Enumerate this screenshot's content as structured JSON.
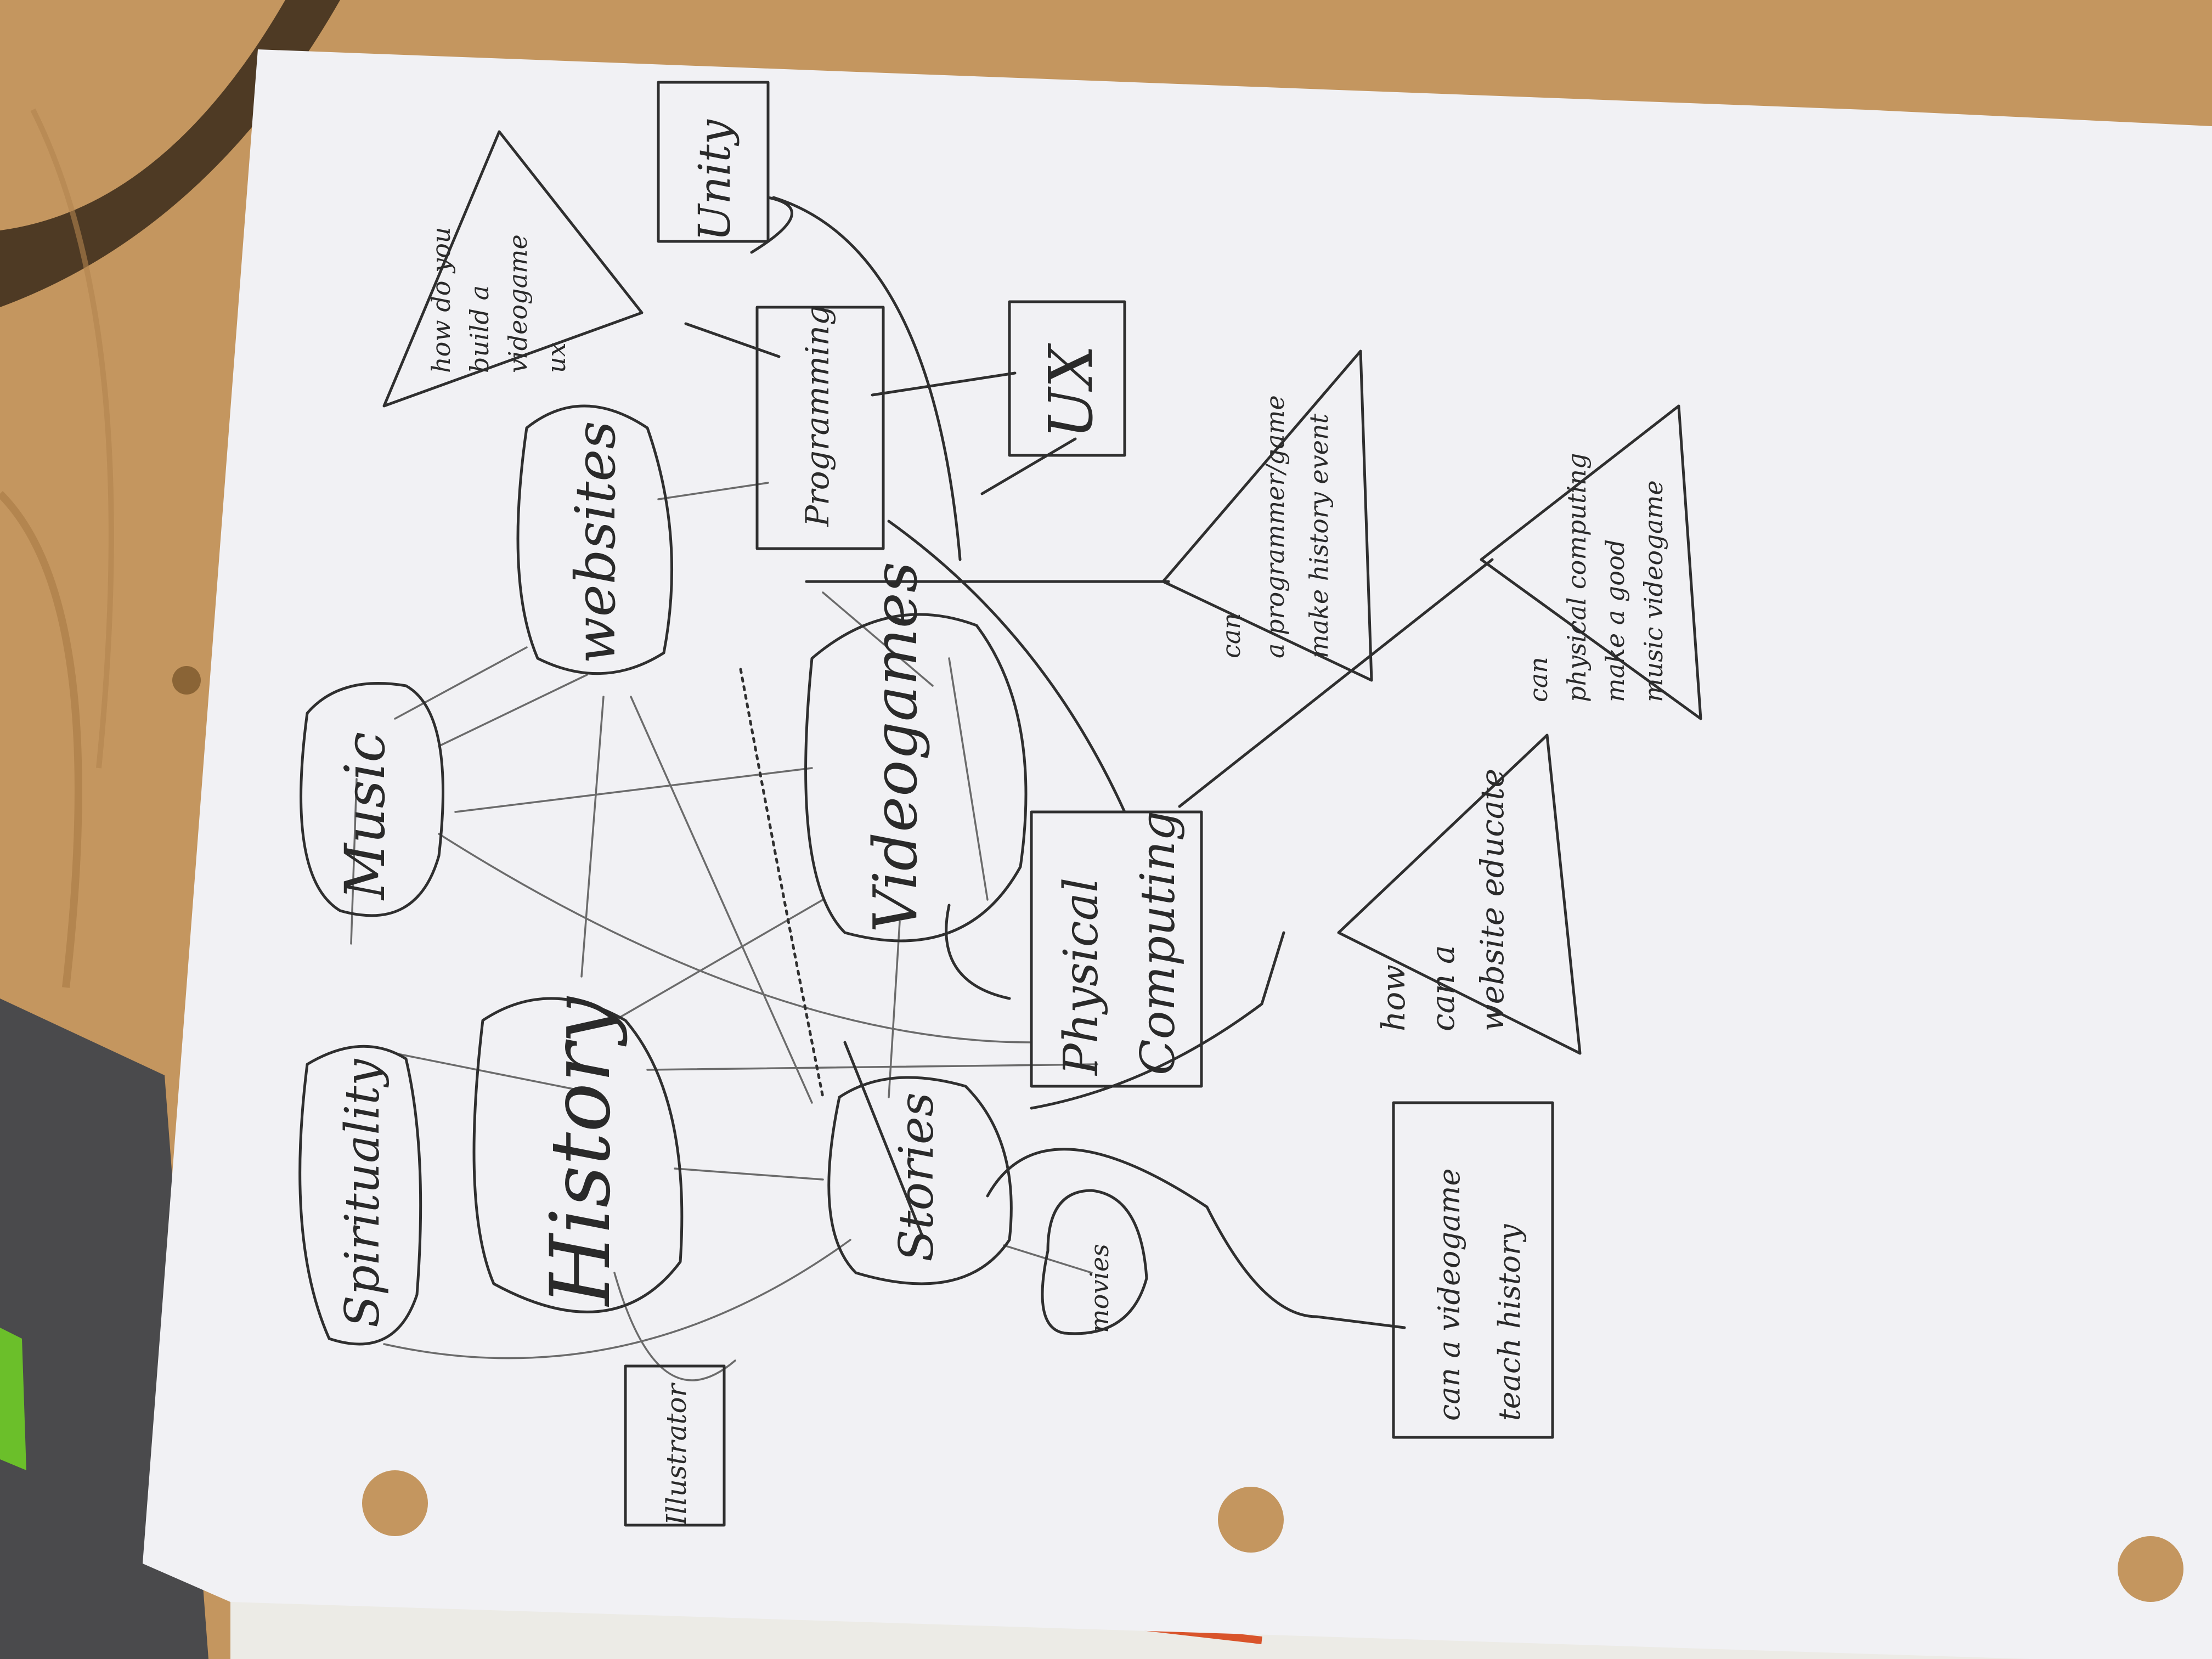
{
  "nodes": {
    "spirituality": "Spirituality",
    "history": "History",
    "music": "Music",
    "websites": "websites",
    "videogames": "Videogames",
    "stories": "Stories",
    "movies": "movies",
    "illustrator": "Illustrator",
    "physical_computing_1": "Physical",
    "physical_computing_2": "Computing",
    "programming": "Programming",
    "unity": "Unity",
    "ux": "UX"
  },
  "questions": {
    "videogame_ux": [
      "how do you",
      "build a",
      "videogame",
      "ux"
    ],
    "programmer_history": [
      "can",
      "a programmer/game",
      "make history event"
    ],
    "physical_computing_game": [
      "can",
      "physical computing",
      "make a good",
      "music videogame"
    ],
    "website_educate": [
      "how",
      "can a",
      "website educate"
    ],
    "videogame_history": [
      "can a videogame",
      "teach history"
    ]
  },
  "colors": {
    "desk": "#c4965f",
    "paper": "#f1f1f4",
    "ink": "#2f2f2f"
  }
}
